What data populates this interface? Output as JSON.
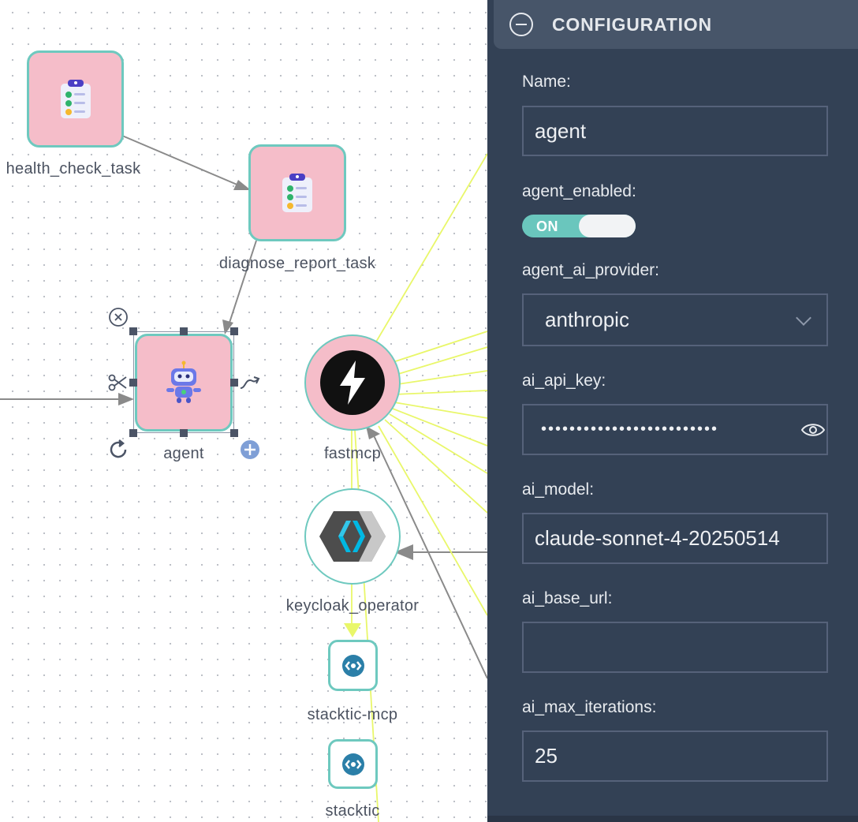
{
  "canvas": {
    "nodes": {
      "health_check_task": {
        "label": "health_check_task",
        "icon": "clipboard-checklist-icon"
      },
      "diagnose_report_task": {
        "label": "diagnose_report_task",
        "icon": "clipboard-checklist-icon"
      },
      "agent": {
        "label": "agent",
        "icon": "robot-icon"
      },
      "fastmcp": {
        "label": "fastmcp",
        "icon": "lightning-bolt-icon"
      },
      "keycloak_operator": {
        "label": "keycloak_operator",
        "icon": "keycloak-icon"
      },
      "stacktic_mcp": {
        "label": "stacktic-mcp",
        "icon": "stacktic-icon"
      },
      "stacktic": {
        "label": "stacktic",
        "icon": "stacktic-icon"
      }
    },
    "colors": {
      "node_fill": "#f5bdc9",
      "node_border": "#6ec9bf",
      "edge_gray": "#8a8a8a",
      "edge_yellow": "#e9f76a"
    }
  },
  "panel": {
    "title": "CONFIGURATION",
    "fields": {
      "name": {
        "label": "Name:",
        "value": "agent"
      },
      "agent_enabled": {
        "label": "agent_enabled:",
        "toggle_text": "ON",
        "on": true
      },
      "agent_ai_provider": {
        "label": "agent_ai_provider:",
        "value": "anthropic"
      },
      "ai_api_key": {
        "label": "ai_api_key:",
        "value": "•••••••••••••••••••••••••"
      },
      "ai_model": {
        "label": "ai_model:",
        "value": "claude-sonnet-4-20250514"
      },
      "ai_base_url": {
        "label": "ai_base_url:",
        "value": ""
      },
      "ai_max_iterations": {
        "label": "ai_max_iterations:",
        "value": "25"
      }
    },
    "colors": {
      "background": "#334155",
      "header": "#475569",
      "toggle_on": "#6ac6bd"
    }
  }
}
